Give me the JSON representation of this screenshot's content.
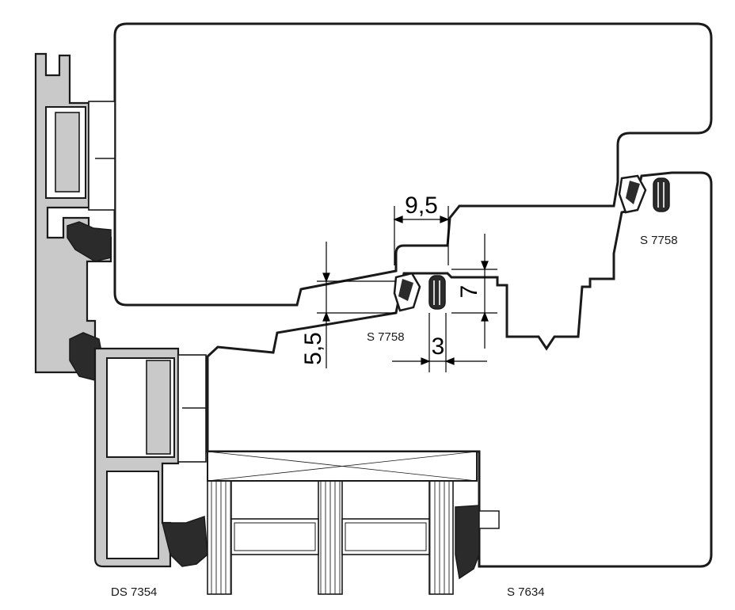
{
  "part_labels": {
    "gasket_top": "S 7758",
    "gasket_mid": "S 7758",
    "gasket_bottom": "S 7634",
    "gasket_left": "DS 7354"
  },
  "dimensions": {
    "width_top": "9,5",
    "height_right": "7",
    "height_left": "5,5",
    "gap_bottom": "3"
  },
  "colors": {
    "outline": "#1a1a1a",
    "aluminium_fill": "#c9c9c9",
    "gasket_fill": "#2b2b2b",
    "hatch": "#555555"
  }
}
